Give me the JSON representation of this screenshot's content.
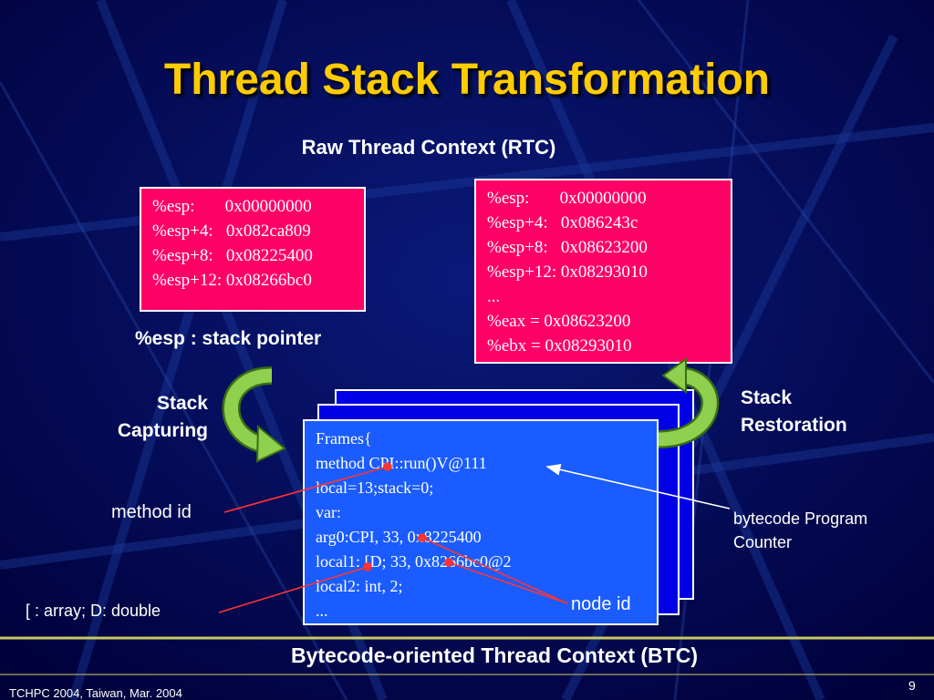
{
  "slide": {
    "title": "Thread Stack Transformation",
    "footer": "TCHPC 2004, Taiwan, Mar. 2004",
    "page_number": "9"
  },
  "rtc": {
    "heading": "Raw Thread Context (RTC)",
    "left_box": [
      "%esp:       0x00000000",
      "%esp+4:   0x082ca809",
      "%esp+8:   0x08225400",
      "%esp+12: 0x08266bc0"
    ],
    "right_box": [
      "%esp:       0x00000000",
      "%esp+4:   0x086243c",
      "%esp+8:   0x08623200",
      "%esp+12: 0x08293010",
      "...",
      "%eax = 0x08623200",
      "%ebx = 0x08293010"
    ],
    "esp_note": "%esp : stack  pointer"
  },
  "labels": {
    "stack_capturing": [
      "Stack",
      "Capturing"
    ],
    "stack_restoration": [
      "Stack",
      "Restoration"
    ],
    "method_id": "method id",
    "array_note": "[ : array; D: double",
    "bytecode_pc": [
      "bytecode Program",
      "Counter"
    ],
    "node_id": "node id"
  },
  "btc": {
    "heading": "Bytecode-oriented Thread Context (BTC)",
    "frame_lines": [
      "Frames{",
      "method CPI::run()V@111",
      "local=13;stack=0;",
      "var:",
      "arg0:CPI, 33, 0x8225400",
      "local1: [D; 33, 0x8266bc0@2",
      "local2: int, 2;",
      "..."
    ]
  },
  "colors": {
    "background": "#00004a",
    "title": "#ffcc00",
    "rtc_box": "#ff0066",
    "frame_front": "#1a5cff",
    "frame_back": "#0000e6",
    "arrow_green": "#8fd14f",
    "pointer_red": "#ff3333",
    "divider": "#c8c864"
  }
}
